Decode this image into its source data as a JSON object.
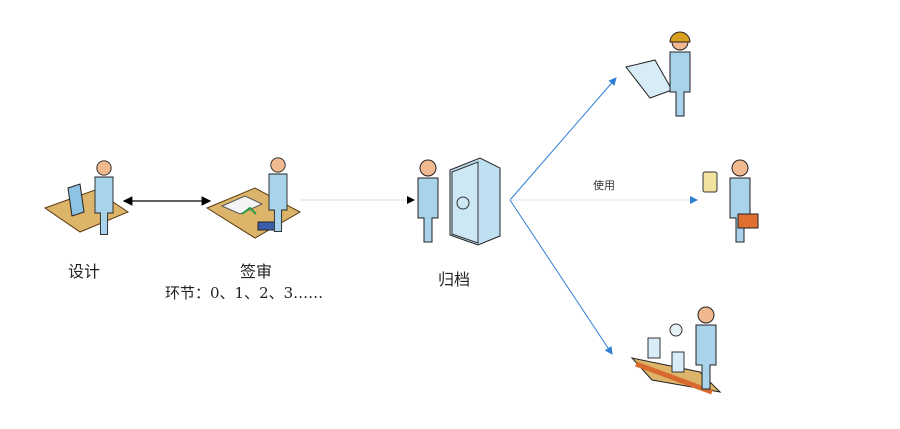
{
  "nodes": {
    "design": {
      "label": "设计"
    },
    "review": {
      "label": "签审",
      "sublabel": "环节：0、1、2、3……"
    },
    "archive": {
      "label": "归档"
    }
  },
  "edges": {
    "use_label": "使用"
  },
  "colors": {
    "use_arrow": "#2f7fd6",
    "black_arrow": "#000000",
    "gray_arrow": "#cfd6dc",
    "figure_body": "#a9d3ea",
    "figure_skin": "#f0b98f",
    "desk": "#dcb46a"
  }
}
